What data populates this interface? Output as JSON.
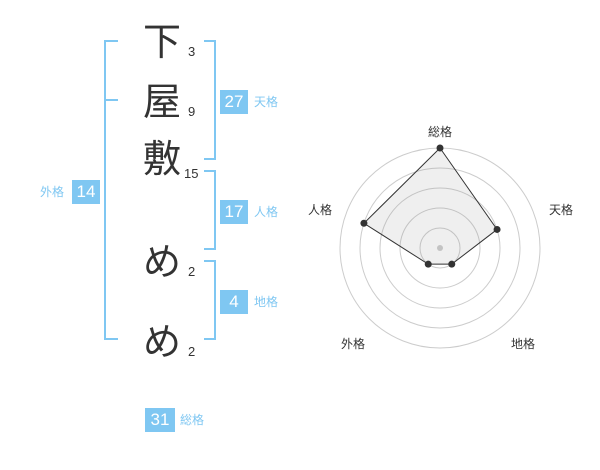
{
  "name": {
    "chars": [
      {
        "char": "下",
        "strokes": "3"
      },
      {
        "char": "屋",
        "strokes": "9"
      },
      {
        "char": "敷",
        "strokes": "15"
      },
      {
        "char": "め",
        "strokes": "2"
      },
      {
        "char": "め",
        "strokes": "2"
      }
    ]
  },
  "fortunes": {
    "gaikaku": {
      "value": "14",
      "label": "外格"
    },
    "tenkaku": {
      "value": "27",
      "label": "天格"
    },
    "jinkaku": {
      "value": "17",
      "label": "人格"
    },
    "chikaku": {
      "value": "4",
      "label": "地格"
    },
    "soukaku": {
      "value": "31",
      "label": "総格"
    }
  },
  "colors": {
    "accent": "#7fc7f2",
    "text": "#333333",
    "grid": "#cccccc"
  },
  "chart_data": {
    "type": "radar",
    "axes": [
      "総格",
      "天格",
      "地格",
      "外格",
      "人格"
    ],
    "values": [
      5,
      3,
      1,
      1,
      4
    ],
    "max": 5,
    "rings": 5
  }
}
